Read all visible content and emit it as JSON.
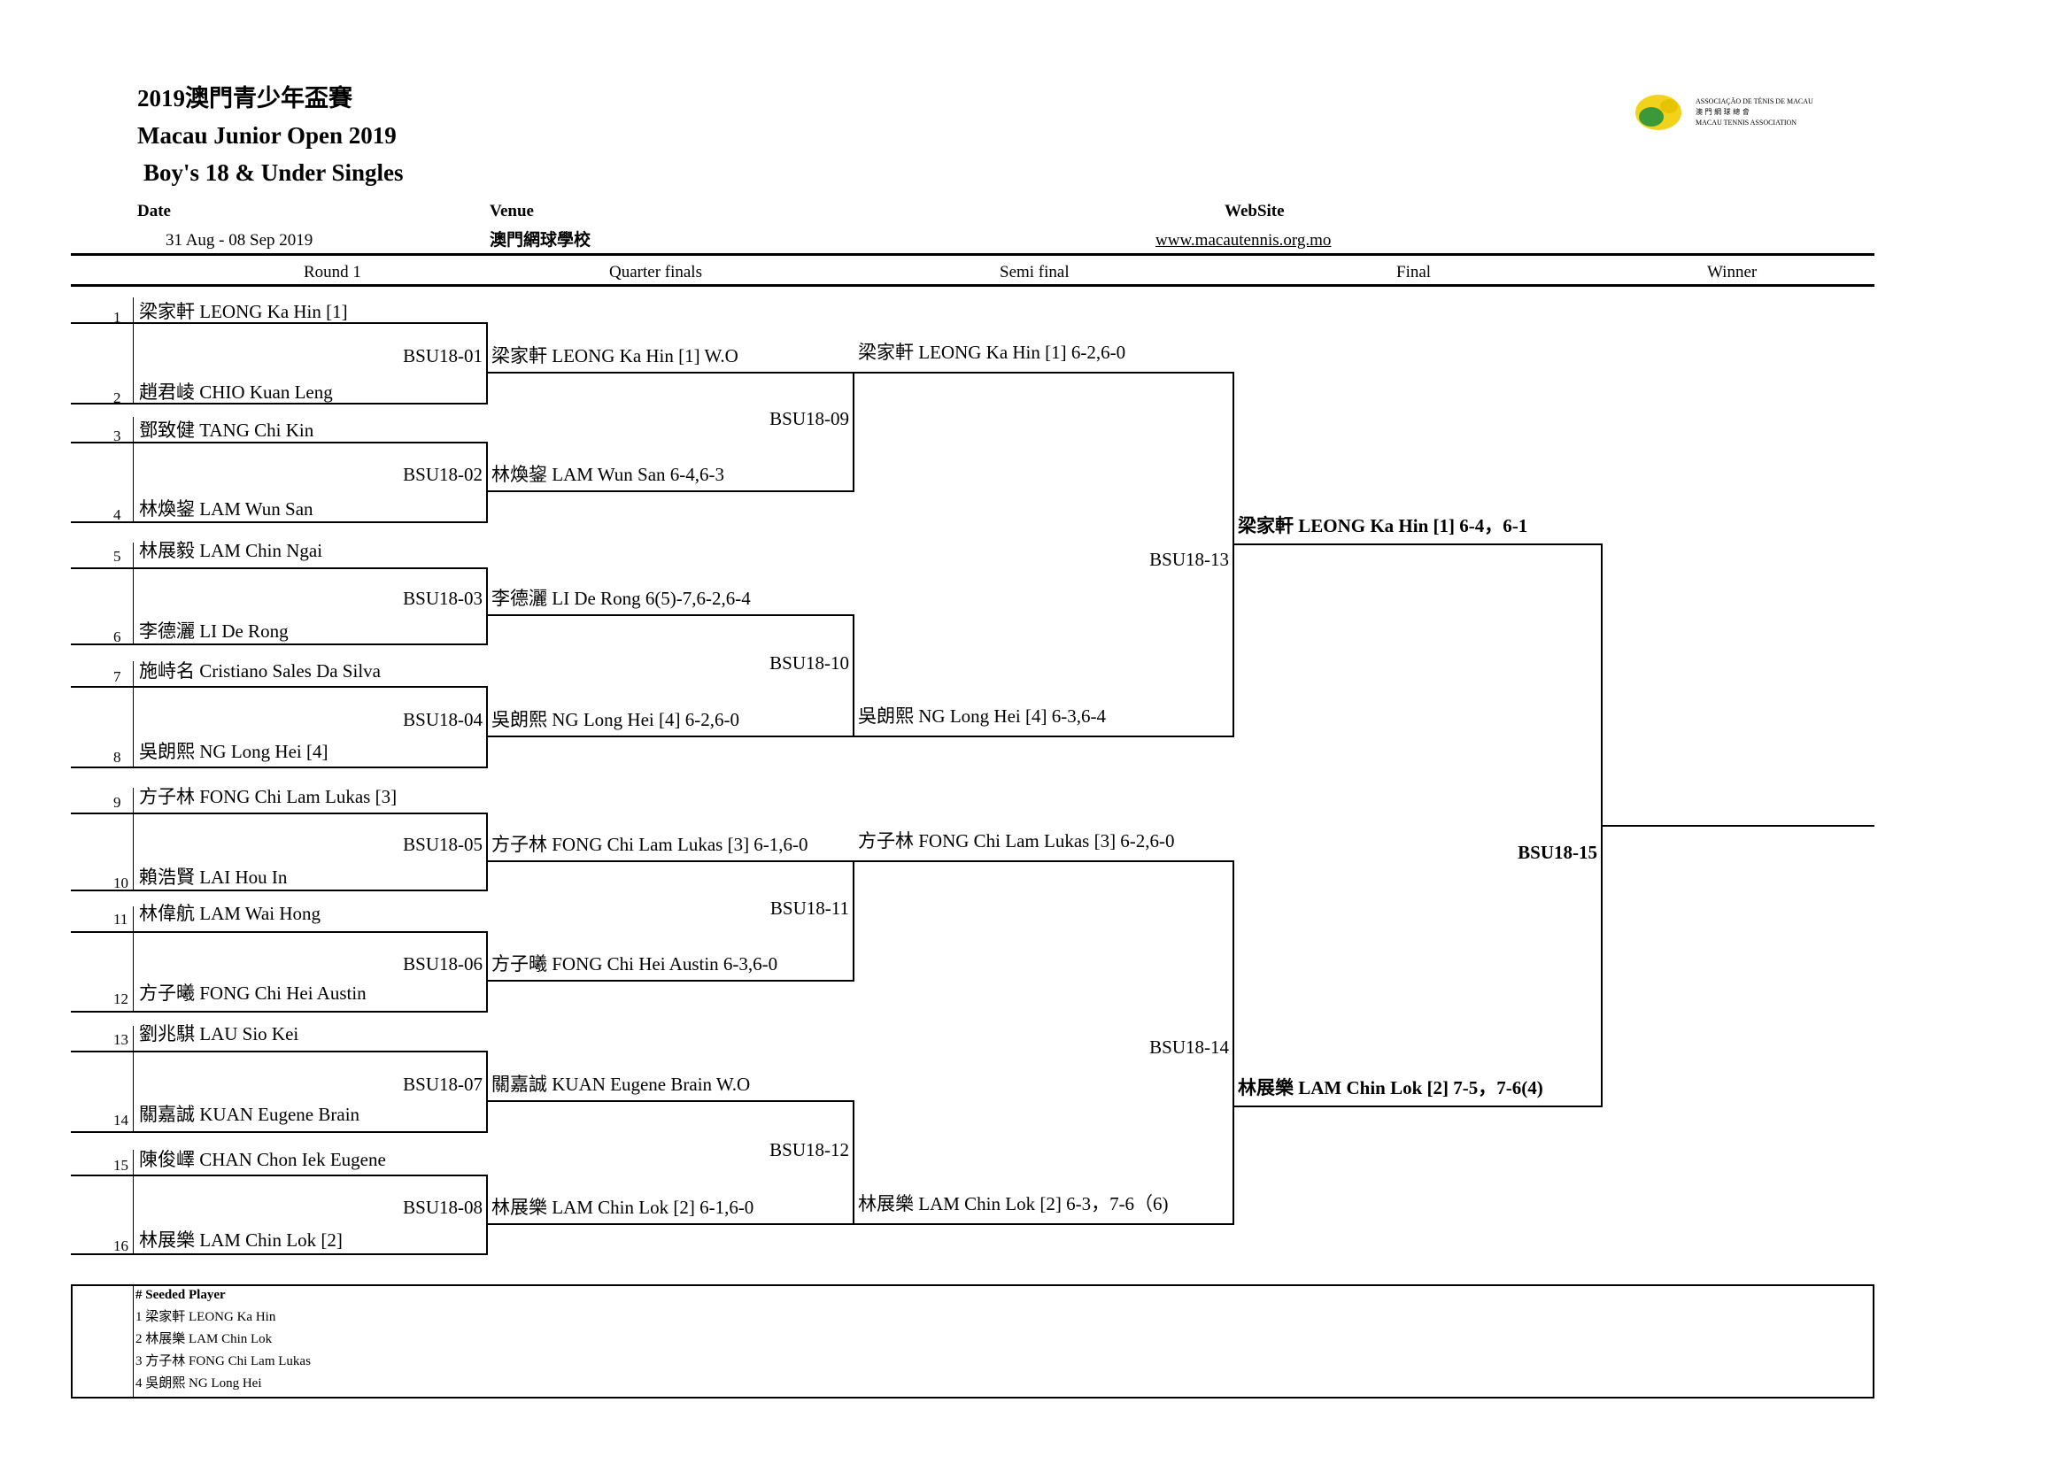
{
  "header": {
    "title_zh": "2019澳門青少年盃賽",
    "title_en": "Macau Junior Open 2019",
    "event": "Boy's 18 & Under Singles",
    "date_label": "Date",
    "date_value": "31 Aug - 08 Sep 2019",
    "venue_label": "Venue",
    "venue_value": "澳門網球學校",
    "website_label": "WebSite",
    "website_value": "www.macautennis.org.mo",
    "logo_line1": "ASSOCIAÇÃO DE TÉNIS DE MACAU",
    "logo_line2": "澳 門 網 球 總 會",
    "logo_line3": "MACAU TENNIS ASSOCIATION"
  },
  "columns": [
    "Round 1",
    "Quarter finals",
    "Semi final",
    "Final",
    "Winner"
  ],
  "round1": [
    {
      "no": "1",
      "name": "梁家軒 LEONG Ka Hin [1]"
    },
    {
      "no": "2",
      "name": "趙君崚 CHIO Kuan Leng"
    },
    {
      "no": "3",
      "name": "鄧致健 TANG Chi Kin"
    },
    {
      "no": "4",
      "name": "林煥鋆 LAM Wun San"
    },
    {
      "no": "5",
      "name": "林展毅 LAM Chin Ngai"
    },
    {
      "no": "6",
      "name": "李德灑 LI De Rong"
    },
    {
      "no": "7",
      "name": "施峙名 Cristiano Sales Da Silva"
    },
    {
      "no": "8",
      "name": "吳朗熙 NG Long Hei [4]"
    },
    {
      "no": "9",
      "name": "方子林 FONG Chi Lam Lukas [3]"
    },
    {
      "no": "10",
      "name": "賴浩賢 LAI Hou In"
    },
    {
      "no": "11",
      "name": "林偉航 LAM Wai Hong"
    },
    {
      "no": "12",
      "name": "方子曦 FONG Chi Hei Austin"
    },
    {
      "no": "13",
      "name": "劉兆騏 LAU Sio Kei"
    },
    {
      "no": "14",
      "name": "關嘉誠 KUAN Eugene Brain"
    },
    {
      "no": "15",
      "name": "陳俊嶧 CHAN Chon Iek Eugene"
    },
    {
      "no": "16",
      "name": "林展樂 LAM Chin Lok [2]"
    }
  ],
  "quarterfinals": [
    {
      "match": "BSU18-01",
      "result": "梁家軒 LEONG Ka Hin [1] W.O"
    },
    {
      "match": "BSU18-02",
      "result": "林煥鋆 LAM Wun San 6-4,6-3"
    },
    {
      "match": "BSU18-03",
      "result": "李德灑 LI De Rong 6(5)-7,6-2,6-4"
    },
    {
      "match": "BSU18-04",
      "result": "吳朗熙 NG Long Hei [4] 6-2,6-0"
    },
    {
      "match": "BSU18-05",
      "result": "方子林 FONG Chi Lam Lukas [3] 6-1,6-0"
    },
    {
      "match": "BSU18-06",
      "result": "方子曦 FONG Chi Hei Austin 6-3,6-0"
    },
    {
      "match": "BSU18-07",
      "result": "關嘉誠 KUAN Eugene Brain W.O"
    },
    {
      "match": "BSU18-08",
      "result": "林展樂 LAM Chin Lok [2] 6-1,6-0"
    }
  ],
  "semifinals": [
    {
      "match": "BSU18-09",
      "result": "梁家軒 LEONG Ka Hin [1] 6-2,6-0"
    },
    {
      "match": "BSU18-10",
      "result": "吳朗熙 NG Long Hei [4]  6-3,6-4"
    },
    {
      "match": "BSU18-11",
      "result": "方子林 FONG Chi Lam Lukas [3] 6-2,6-0"
    },
    {
      "match": "BSU18-12",
      "result": "林展樂 LAM Chin Lok [2] 6-3，7-6（6)"
    }
  ],
  "final": [
    {
      "match": "BSU18-13",
      "result": "梁家軒 LEONG Ka Hin [1] 6-4，6-1"
    },
    {
      "match": "BSU18-14",
      "result": "林展樂 LAM Chin Lok [2] 7-5，7-6(4)"
    }
  ],
  "winner": {
    "match": "BSU18-15",
    "result": ""
  },
  "seeds": {
    "title": "# Seeded Player",
    "list": [
      "1 梁家軒 LEONG Ka Hin",
      "2 林展樂 LAM Chin Lok",
      "3 方子林 FONG Chi Lam Lukas",
      "4 吳朗熙 NG Long Hei"
    ]
  }
}
